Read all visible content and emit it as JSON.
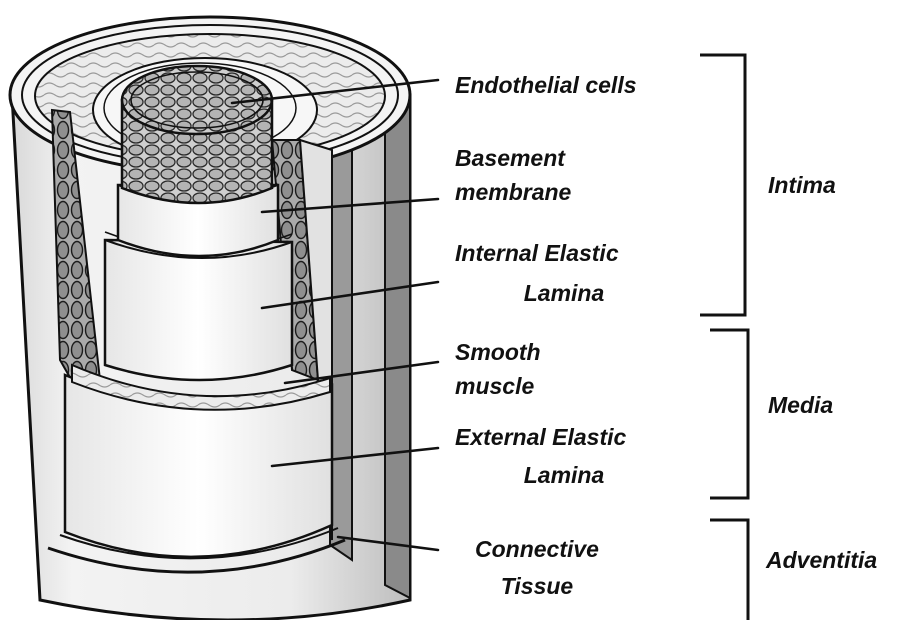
{
  "layers": {
    "endothelial": "Endothelial cells",
    "basement_1": "Basement",
    "basement_2": "membrane",
    "iel_1": "Internal Elastic",
    "iel_2": "Lamina",
    "smooth_1": "Smooth",
    "smooth_2": "muscle",
    "eel_1": "External Elastic",
    "eel_2": "Lamina",
    "connective_1": "Connective",
    "connective_2": "Tissue"
  },
  "tunics": {
    "intima": "Intima",
    "media": "Media",
    "adventitia": "Adventitia"
  }
}
